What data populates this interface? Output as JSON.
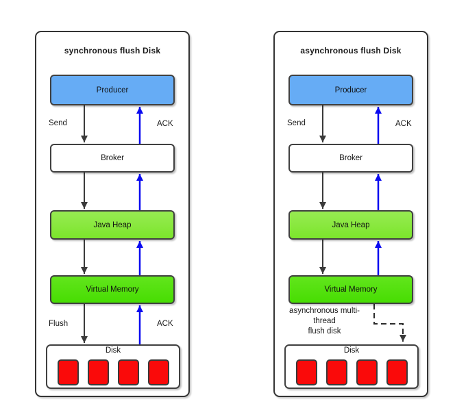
{
  "left": {
    "title": "synchronous flush Disk",
    "producer": "Producer",
    "broker": "Broker",
    "java_heap": "Java Heap",
    "virtual_memory": "Virtual Memory",
    "disk": "Disk",
    "send_label": "Send",
    "ack_top_label": "ACK",
    "flush_label": "Flush",
    "ack_bottom_label": "ACK",
    "disk_cells": 4
  },
  "right": {
    "title": "asynchronous flush Disk",
    "producer": "Producer",
    "broker": "Broker",
    "java_heap": "Java Heap",
    "virtual_memory": "Virtual Memory",
    "disk": "Disk",
    "send_label": "Send",
    "ack_top_label": "ACK",
    "flush_label_line1": "asynchronous multi-",
    "flush_label_line2": "thread",
    "flush_label_line3": "flush disk",
    "disk_cells": 4
  },
  "colors": {
    "producer_fill": "#66ACF5",
    "java_heap_fill": "#86E93E",
    "virtual_memory_fill": "#52E00A",
    "disk_cell_fill": "#FA0A0A",
    "box_border": "#404040",
    "arrow_down": "#3A3A3A",
    "arrow_ack": "#0A0AF0"
  }
}
